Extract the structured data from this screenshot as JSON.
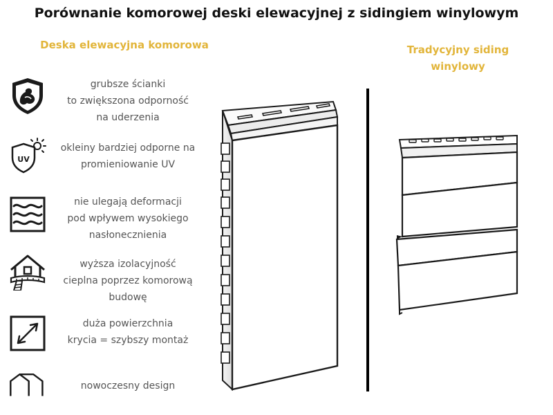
{
  "title": "Porównanie komorowej deski elewacyjnej z sidingiem winylowym",
  "columns": {
    "left_heading": "Deska elewacyjna komorowa",
    "right_heading_line1": "Tradycyjny siding",
    "right_heading_line2": "winylowy"
  },
  "colors": {
    "accent": "#e2b53a",
    "text": "#555555",
    "outline": "#1a1a1a"
  },
  "features": [
    {
      "icon": "shield-muscle-icon",
      "lines": [
        "grubsze ścianki",
        "to zwiększona odporność",
        "na uderzenia"
      ]
    },
    {
      "icon": "uv-shield-sun-icon",
      "lines": [
        "okleiny bardziej odporne na",
        "promieniowanie UV"
      ]
    },
    {
      "icon": "heat-waves-icon",
      "lines": [
        "nie ulegają deformacji",
        "pod wpływem wysokiego",
        "nasłonecznienia"
      ]
    },
    {
      "icon": "house-scarf-icon",
      "lines": [
        "wyższa izolacyjność",
        "cieplna poprzez komorową",
        "budowę"
      ]
    },
    {
      "icon": "diagonal-arrow-icon",
      "lines": [
        "duża powierzchnia",
        "krycia = szybszy montaż"
      ]
    },
    {
      "icon": "modern-house-icon",
      "lines": [
        "nowoczesny design"
      ]
    }
  ]
}
